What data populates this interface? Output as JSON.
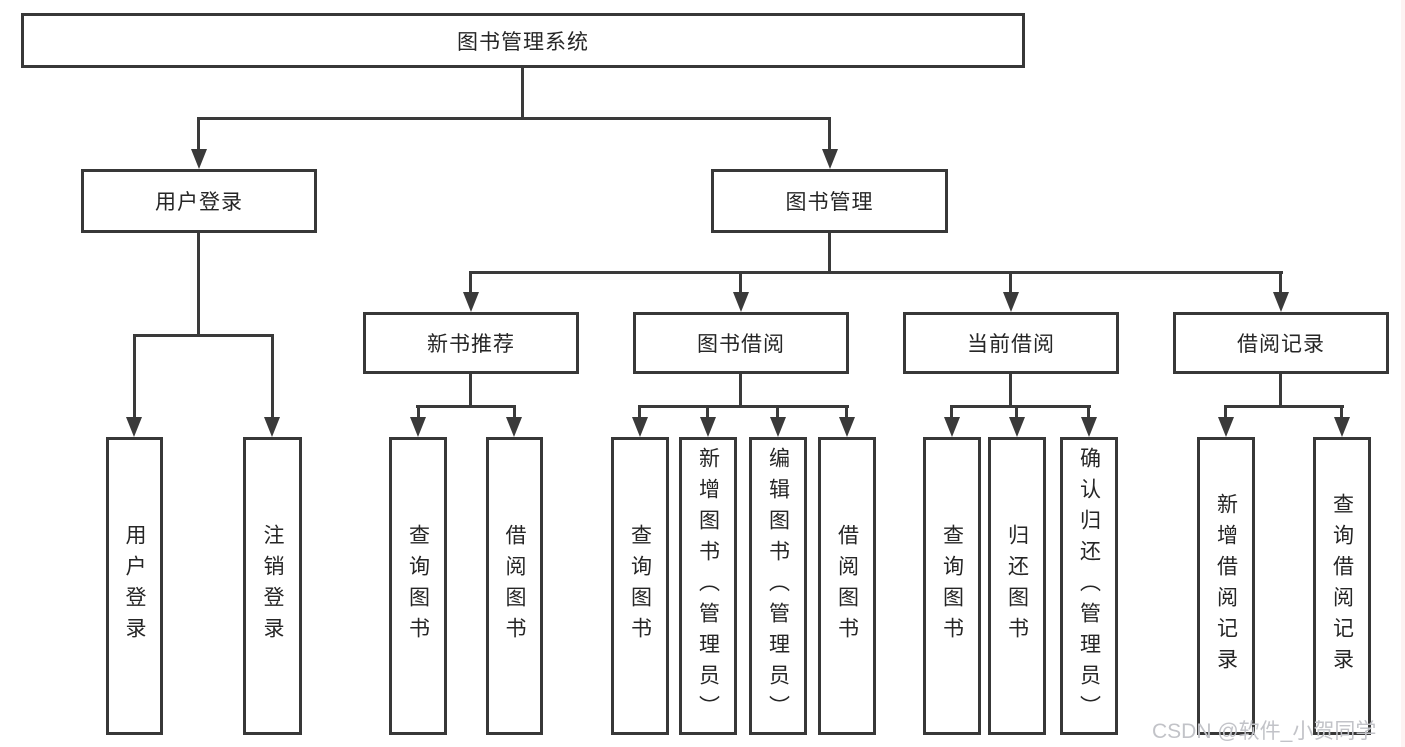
{
  "diagram": {
    "type": "tree",
    "title": "图书管理系统",
    "watermark": "CSDN @软件_小贺同学",
    "colors": {
      "line": "#3a3a3a",
      "text": "#262626",
      "background": "#ffffff",
      "watermark": "#c2c3c8"
    },
    "root": {
      "label": "图书管理系统"
    },
    "level2": [
      {
        "label": "用户登录"
      },
      {
        "label": "图书管理"
      }
    ],
    "level3": [
      {
        "label": "新书推荐",
        "parent": "图书管理"
      },
      {
        "label": "图书借阅",
        "parent": "图书管理"
      },
      {
        "label": "当前借阅",
        "parent": "图书管理"
      },
      {
        "label": "借阅记录",
        "parent": "图书管理"
      }
    ],
    "leaves": [
      {
        "label": "用户登录",
        "parent": "用户登录"
      },
      {
        "label": "注销登录",
        "parent": "用户登录"
      },
      {
        "label": "查询图书",
        "parent": "新书推荐"
      },
      {
        "label": "借阅图书",
        "parent": "新书推荐"
      },
      {
        "label": "查询图书",
        "parent": "图书借阅"
      },
      {
        "label": "新增图书（管理员）",
        "parent": "图书借阅"
      },
      {
        "label": "编辑图书（管理员）",
        "parent": "图书借阅"
      },
      {
        "label": "借阅图书",
        "parent": "图书借阅"
      },
      {
        "label": "查询图书",
        "parent": "当前借阅"
      },
      {
        "label": "归还图书",
        "parent": "当前借阅"
      },
      {
        "label": "确认归还（管理员）",
        "parent": "当前借阅"
      },
      {
        "label": "新增借阅记录",
        "parent": "借阅记录"
      },
      {
        "label": "查询借阅记录",
        "parent": "借阅记录"
      }
    ]
  }
}
